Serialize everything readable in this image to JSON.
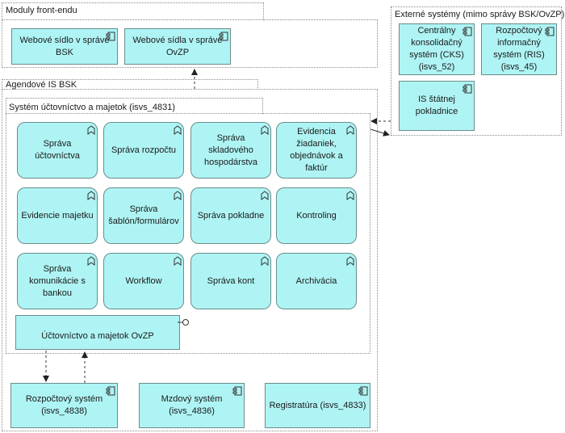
{
  "groups": {
    "frontend": "Moduly front-endu",
    "external": "Externé systémy (mimo správy BSK/OvZP)",
    "agenda": "Agendové IS BSK",
    "accounting": "Systém účtovníctvo a majetok (isvs_4831)"
  },
  "frontend_modules": [
    "Webové sídlo v správe BSK",
    "Webové sídla v správe OvZP"
  ],
  "external_systems": [
    "Centrálny konsolidačný systém (CKS) (isvs_52)",
    "Rozpočtový informačný systém (RIS) (isvs_45)",
    "IS štátnej pokladnice"
  ],
  "functions": [
    "Správa účtovníctva",
    "Správa rozpočtu",
    "Správa skladového hospodárstva",
    "Evidencia žiadaniek, objednávok a faktúr",
    "Evidencie majetku",
    "Správa šablón/formulárov",
    "Správa pokladne",
    "Kontroling",
    "Správa komunikácie s bankou",
    "Workflow",
    "Správa kont",
    "Archivácia"
  ],
  "service": "Účtovníctvo a majetok OvZP",
  "agenda_systems": [
    "Rozpočtový systém (isvs_4838)",
    "Mzdový systém (isvs_4836)",
    "Registratúra (isvs_4833)"
  ],
  "colors": {
    "element_fill": "#aff4f4",
    "element_border": "#6a8c8c",
    "group_border": "#8a8a8a"
  }
}
